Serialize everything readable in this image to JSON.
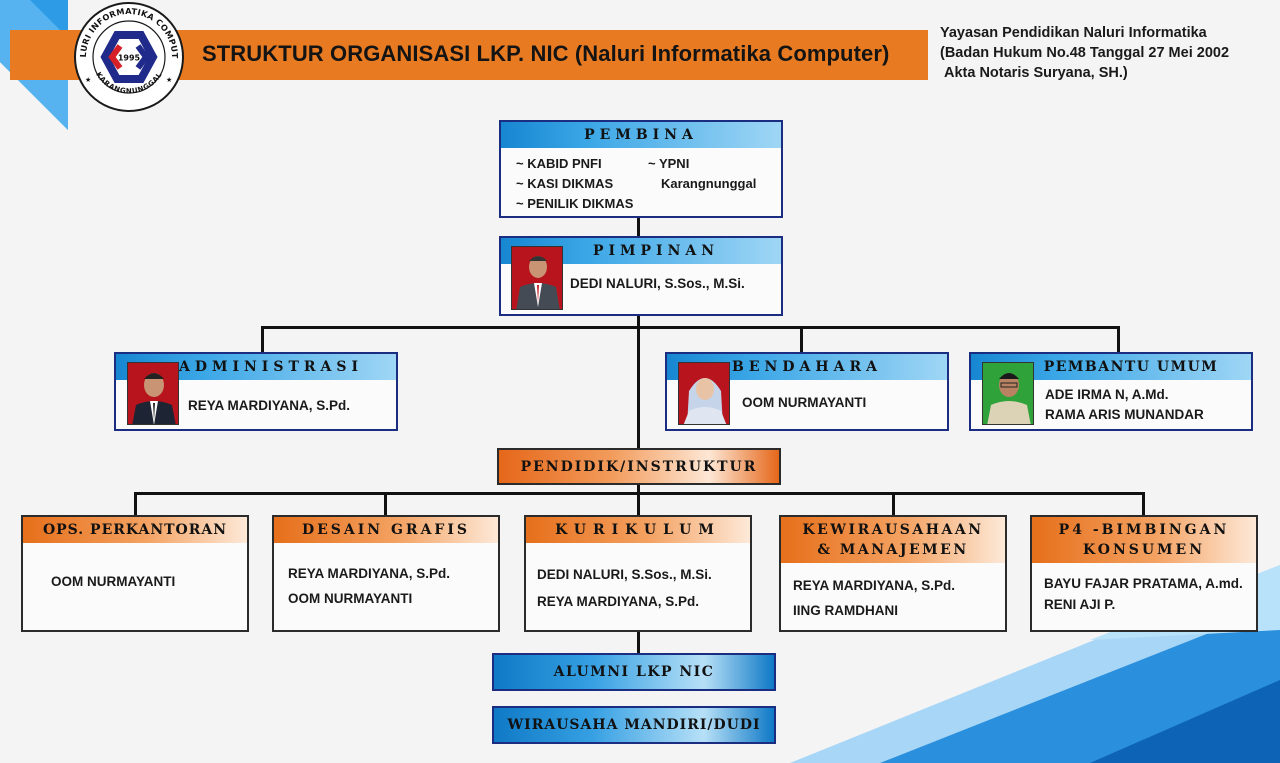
{
  "header": {
    "title": "STRUKTUR ORGANISASI LKP. NIC (Naluri Informatika Computer)",
    "logo_ring_text": "NALURI INFORMATIKA COMPUTER",
    "logo_year": "1995",
    "logo_bottom_text": "KARANGNUNGGAL",
    "yayasan_lines": [
      "Yayasan Pendidikan Naluri Informatika",
      "(Badan Hukum No.48 Tanggal 27 Mei 2002",
      "Akta Notaris Suryana, SH.)"
    ]
  },
  "pembina": {
    "title": "PEMBINA",
    "col1": [
      "~ KABID PNFI",
      "~ KASI DIKMAS",
      "~ PENILIK DIKMAS"
    ],
    "col2": [
      "~ YPNI",
      "Karangnunggal"
    ]
  },
  "pimpinan": {
    "title": "PIMPINAN",
    "name": "DEDI NALURI, S.Sos., M.Si."
  },
  "administrasi": {
    "title": "ADMINISTRASI",
    "name": "REYA MARDIYANA, S.Pd."
  },
  "bendahara": {
    "title": "BENDAHARA",
    "name": "OOM NURMAYANTI"
  },
  "pembantu_umum": {
    "title": "PEMBANTU UMUM",
    "names": [
      "ADE IRMA N, A.Md.",
      "RAMA ARIS MUNANDAR"
    ]
  },
  "pendidik": {
    "title": "PENDIDIK/INSTRUKTUR"
  },
  "divisions": [
    {
      "title": "OPS. PERKANTORAN",
      "names": [
        "OOM NURMAYANTI"
      ]
    },
    {
      "title": "DESAIN GRAFIS",
      "names": [
        "REYA MARDIYANA, S.Pd.",
        "OOM NURMAYANTI"
      ]
    },
    {
      "title": "KURIKULUM",
      "names": [
        "DEDI NALURI, S.Sos., M.Si.",
        "REYA MARDIYANA, S.Pd."
      ]
    },
    {
      "title_lines": [
        "KEWIRAUSAHAAN",
        "& MANAJEMEN"
      ],
      "names": [
        "REYA MARDIYANA, S.Pd.",
        "IING RAMDHANI"
      ]
    },
    {
      "title_lines": [
        "P4 -BIMBINGAN",
        "KONSUMEN"
      ],
      "names": [
        "BAYU FAJAR PRATAMA, A.md.",
        "RENI AJI P."
      ]
    }
  ],
  "alumni": {
    "title": "ALUMNI LKP NIC"
  },
  "wirausaha": {
    "title": "WIRAUSAHA MANDIRI/DUDI"
  },
  "colors": {
    "header_orange": "#e87b22",
    "border_navy": "#1b2d80",
    "header_blue": "#1786d1",
    "deco_blue": "#2196f3",
    "photo_red": "#b8141d",
    "photo_green": "#2fa33a"
  }
}
